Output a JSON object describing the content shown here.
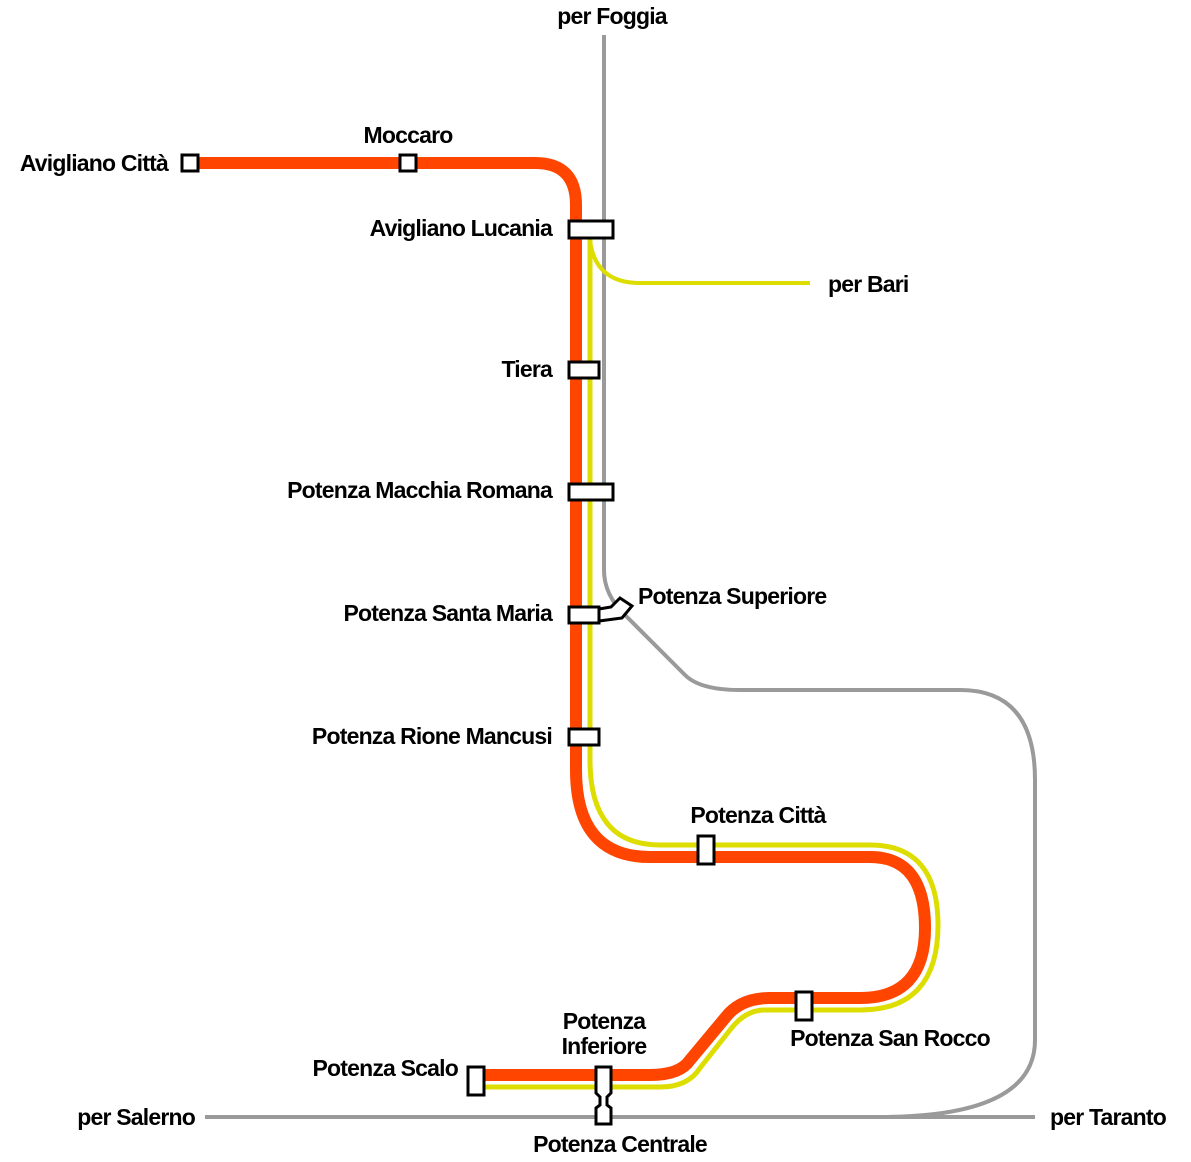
{
  "colors": {
    "line_orange": "#ff4500",
    "line_yellow": "#dddd00",
    "line_gray": "#9a9a9a"
  },
  "directions": {
    "foggia": "per Foggia",
    "bari": "per Bari",
    "salerno": "per Salerno",
    "taranto": "per Taranto"
  },
  "stations": {
    "avigliano_citta": "Avigliano Città",
    "moccaro": "Moccaro",
    "avigliano_lucania": "Avigliano Lucania",
    "tiera": "Tiera",
    "macchia_romana": "Potenza Macchia Romana",
    "santa_maria": "Potenza Santa Maria",
    "superiore": "Potenza Superiore",
    "rione_mancusi": "Potenza Rione Mancusi",
    "citta": "Potenza Città",
    "san_rocco": "Potenza San Rocco",
    "inferiore_1": "Potenza",
    "inferiore_2": "Inferiore",
    "scalo": "Potenza Scalo",
    "centrale": "Potenza Centrale"
  }
}
